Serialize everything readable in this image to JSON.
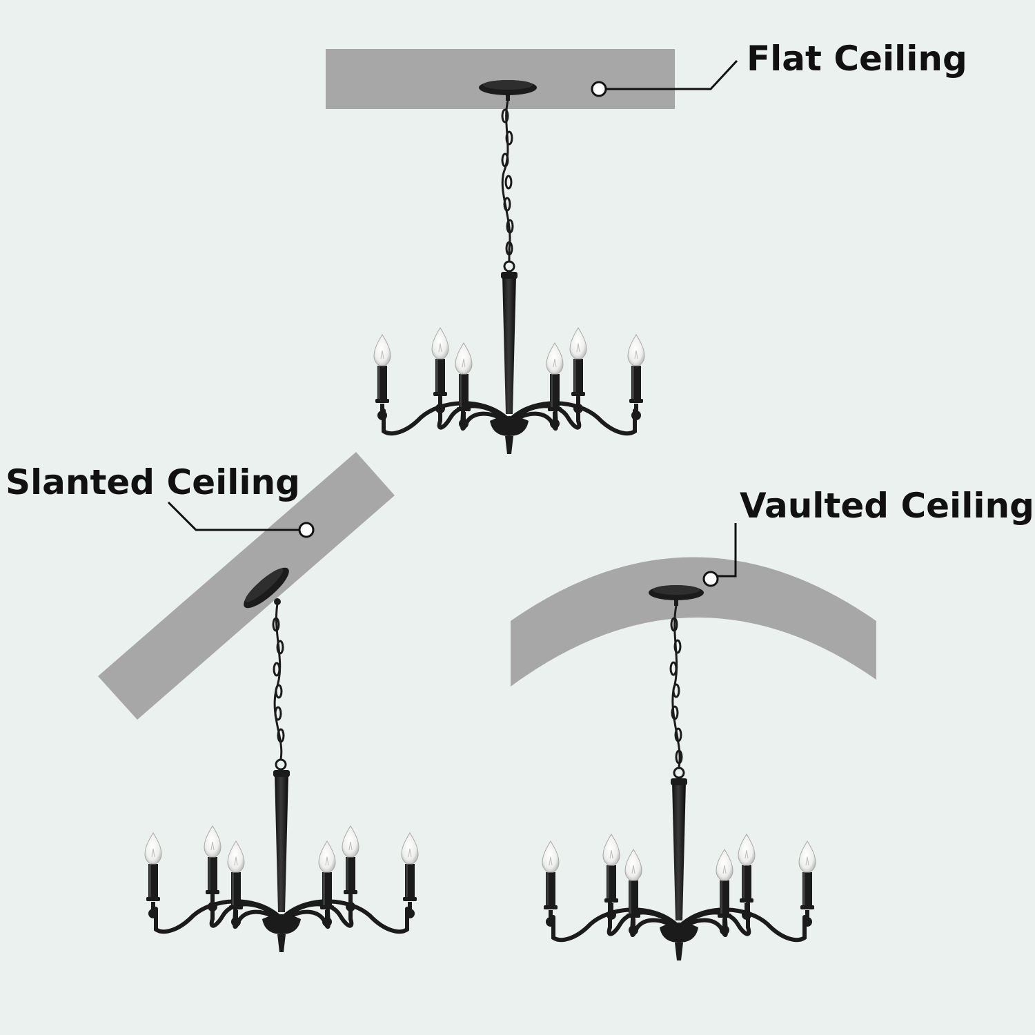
{
  "labels": {
    "flat": "Flat Ceiling",
    "slanted": "Slanted Ceiling",
    "vaulted": "Vaulted Ceiling"
  },
  "colors": {
    "background": "#ebf1ee",
    "ceiling": "#a7a7a7",
    "fixture": "#1b1b1b",
    "bulb": "#f4f4f2",
    "label_text": "#111111"
  },
  "chandelier": {
    "bulb_count": 6
  }
}
